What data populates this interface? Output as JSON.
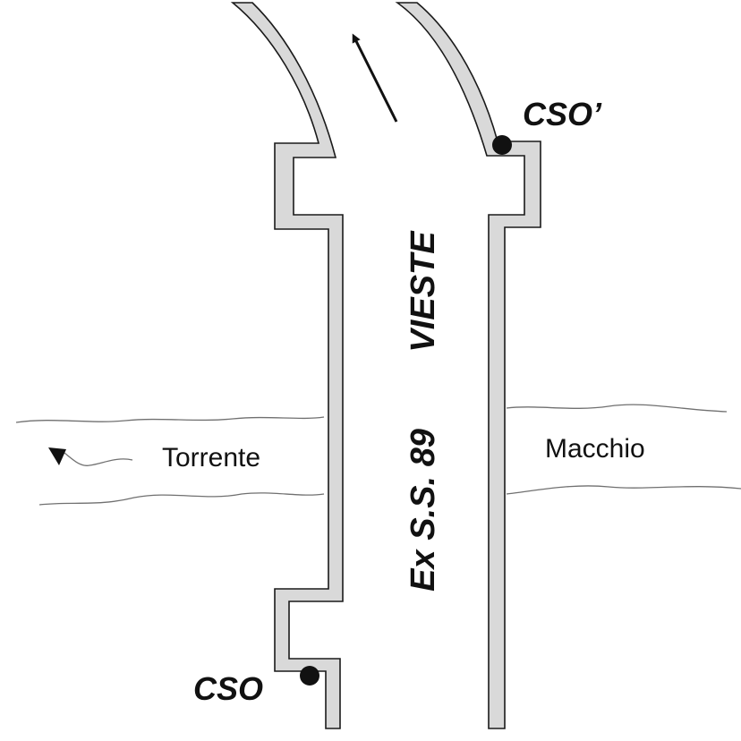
{
  "labels": {
    "road_direction": "VIESTE",
    "road_name": "Ex S.S. 89",
    "stream_left": "Torrente",
    "stream_right": "Macchio",
    "point_bottom": "CSO",
    "point_top": "CSO’"
  },
  "colors": {
    "wall_fill": "#d9d9d9",
    "outline": "#1a1a1a",
    "water_line": "#707070"
  },
  "icons": {
    "direction_arrow": "arrow-up-left-icon",
    "flow_arrow": "arrow-left-icon"
  }
}
